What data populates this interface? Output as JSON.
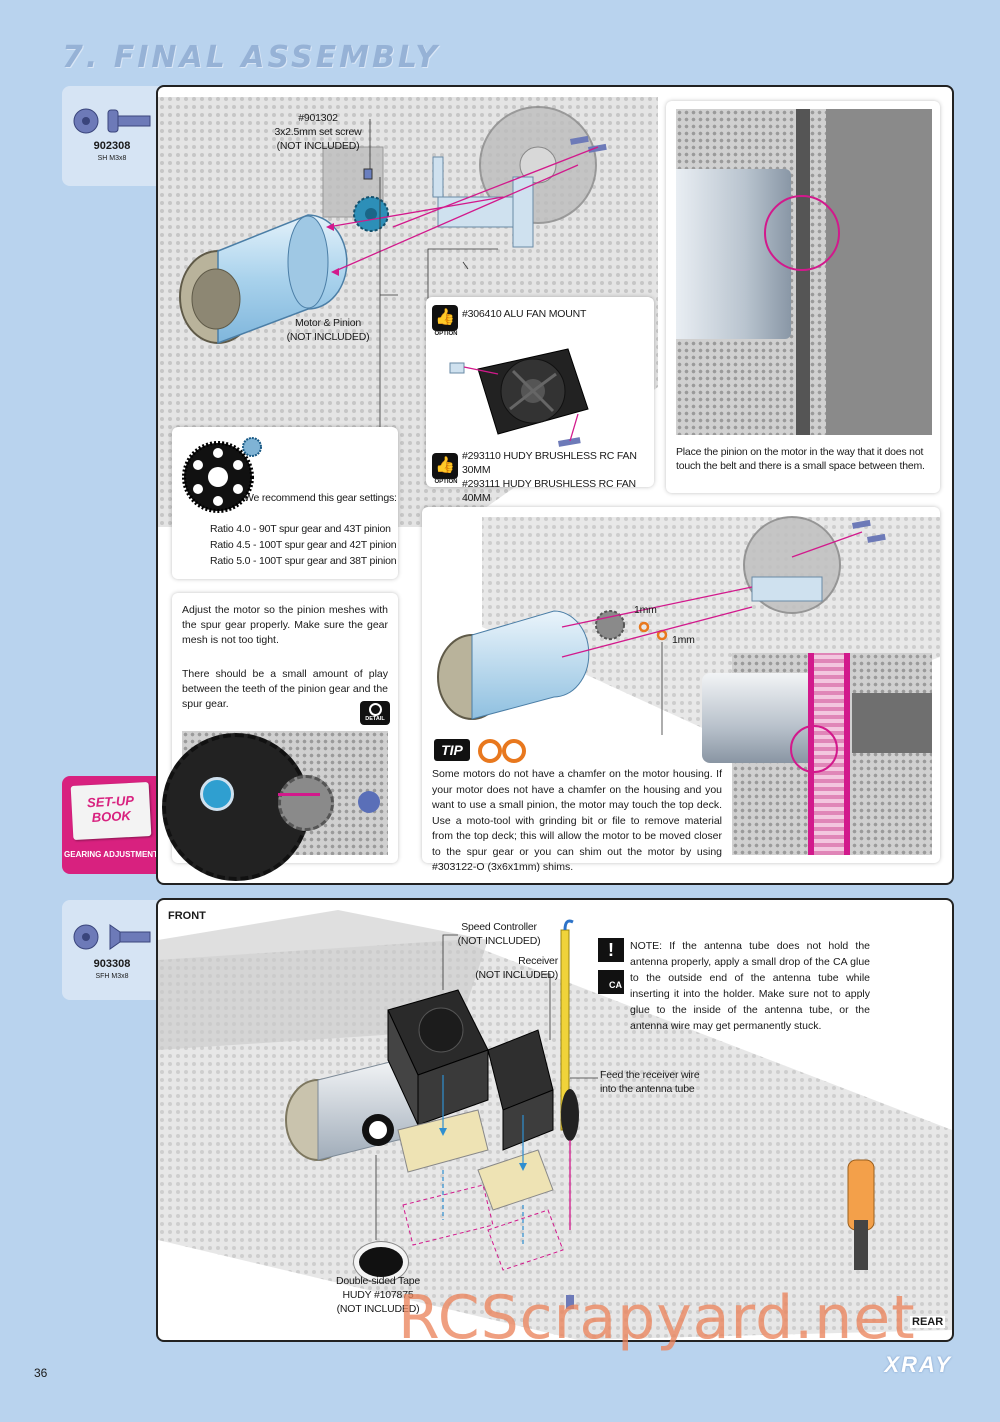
{
  "header": {
    "section_title": "7. FINAL ASSEMBLY"
  },
  "tab1": {
    "code": "902308",
    "sub": "SH M3x8"
  },
  "tab2": {
    "code": "903308",
    "sub": "SFH M3x8"
  },
  "setup_tab": {
    "book_line1": "SET-UP",
    "book_line2": "BOOK",
    "label": "GEARING ADJUSTMENT"
  },
  "step1": {
    "setscrew": {
      "part": "#901302",
      "desc": "3x2.5mm set screw",
      "note": "(NOT INCLUDED)"
    },
    "motor": {
      "label": "Motor & Pinion",
      "note": "(NOT INCLUDED)"
    },
    "fan_mount": {
      "option": "OPTION",
      "label": "#306410 ALU FAN MOUNT"
    },
    "fans": {
      "option": "OPTION",
      "line1": "#293110 HUDY BRUSHLESS RC FAN 30MM",
      "line2": "#293111 HUDY BRUSHLESS RC FAN 40MM"
    },
    "belt_note": "Place the pinion on the motor in the way that it does not touch the belt and there is a small space between them.",
    "gear": {
      "intro": "We recommend this gear settings:",
      "ratio1": "Ratio 4.0 -  90T spur gear and 43T pinion",
      "ratio2": "Ratio 4.5 - 100T spur gear and 42T pinion",
      "ratio3": "Ratio 5.0 - 100T spur gear and 38T pinion"
    },
    "mesh": {
      "para1": "Adjust the motor so the pinion meshes with the spur gear properly. Make sure the gear mesh is not too tight.",
      "para2": "There should be a small amount of play between the teeth of the pinion gear and the spur gear.",
      "detail": "DETAIL"
    },
    "shim": {
      "s1": "1mm",
      "s2": "1mm",
      "tip": "TIP",
      "text": "Some motors do not have a chamfer on the motor housing. If your motor does not have a chamfer on the housing and you want to use a small pinion, the motor may touch the top deck. Use a moto-tool with grinding bit or file to remove material from the top deck; this will allow the motor to be moved closer to the spur gear or you can shim out the motor by using #303122-O (3x6x1mm) shims."
    }
  },
  "step2": {
    "front": "FRONT",
    "rear": "REAR",
    "esc": {
      "label": "Speed Controller",
      "note": "(NOT INCLUDED)"
    },
    "receiver": {
      "label": "Receiver",
      "note": "(NOT INCLUDED)"
    },
    "ca": "CA",
    "note": "NOTE: If the antenna tube does not hold the antenna properly, apply a small drop of the CA glue to the outside end of the antenna tube while inserting it into the holder. Make sure not to apply glue to the inside of the antenna tube, or the antenna wire may get permanently stuck.",
    "feed": {
      "line1": "Feed the receiver wire",
      "line2": "into the antenna tube"
    },
    "tape": {
      "line1": "Double-sided Tape",
      "line2": "HUDY #107875",
      "line3": "(NOT INCLUDED)"
    }
  },
  "footer": {
    "page": "36",
    "brand": "XRAY",
    "watermark": "RCScrapyard.net"
  }
}
